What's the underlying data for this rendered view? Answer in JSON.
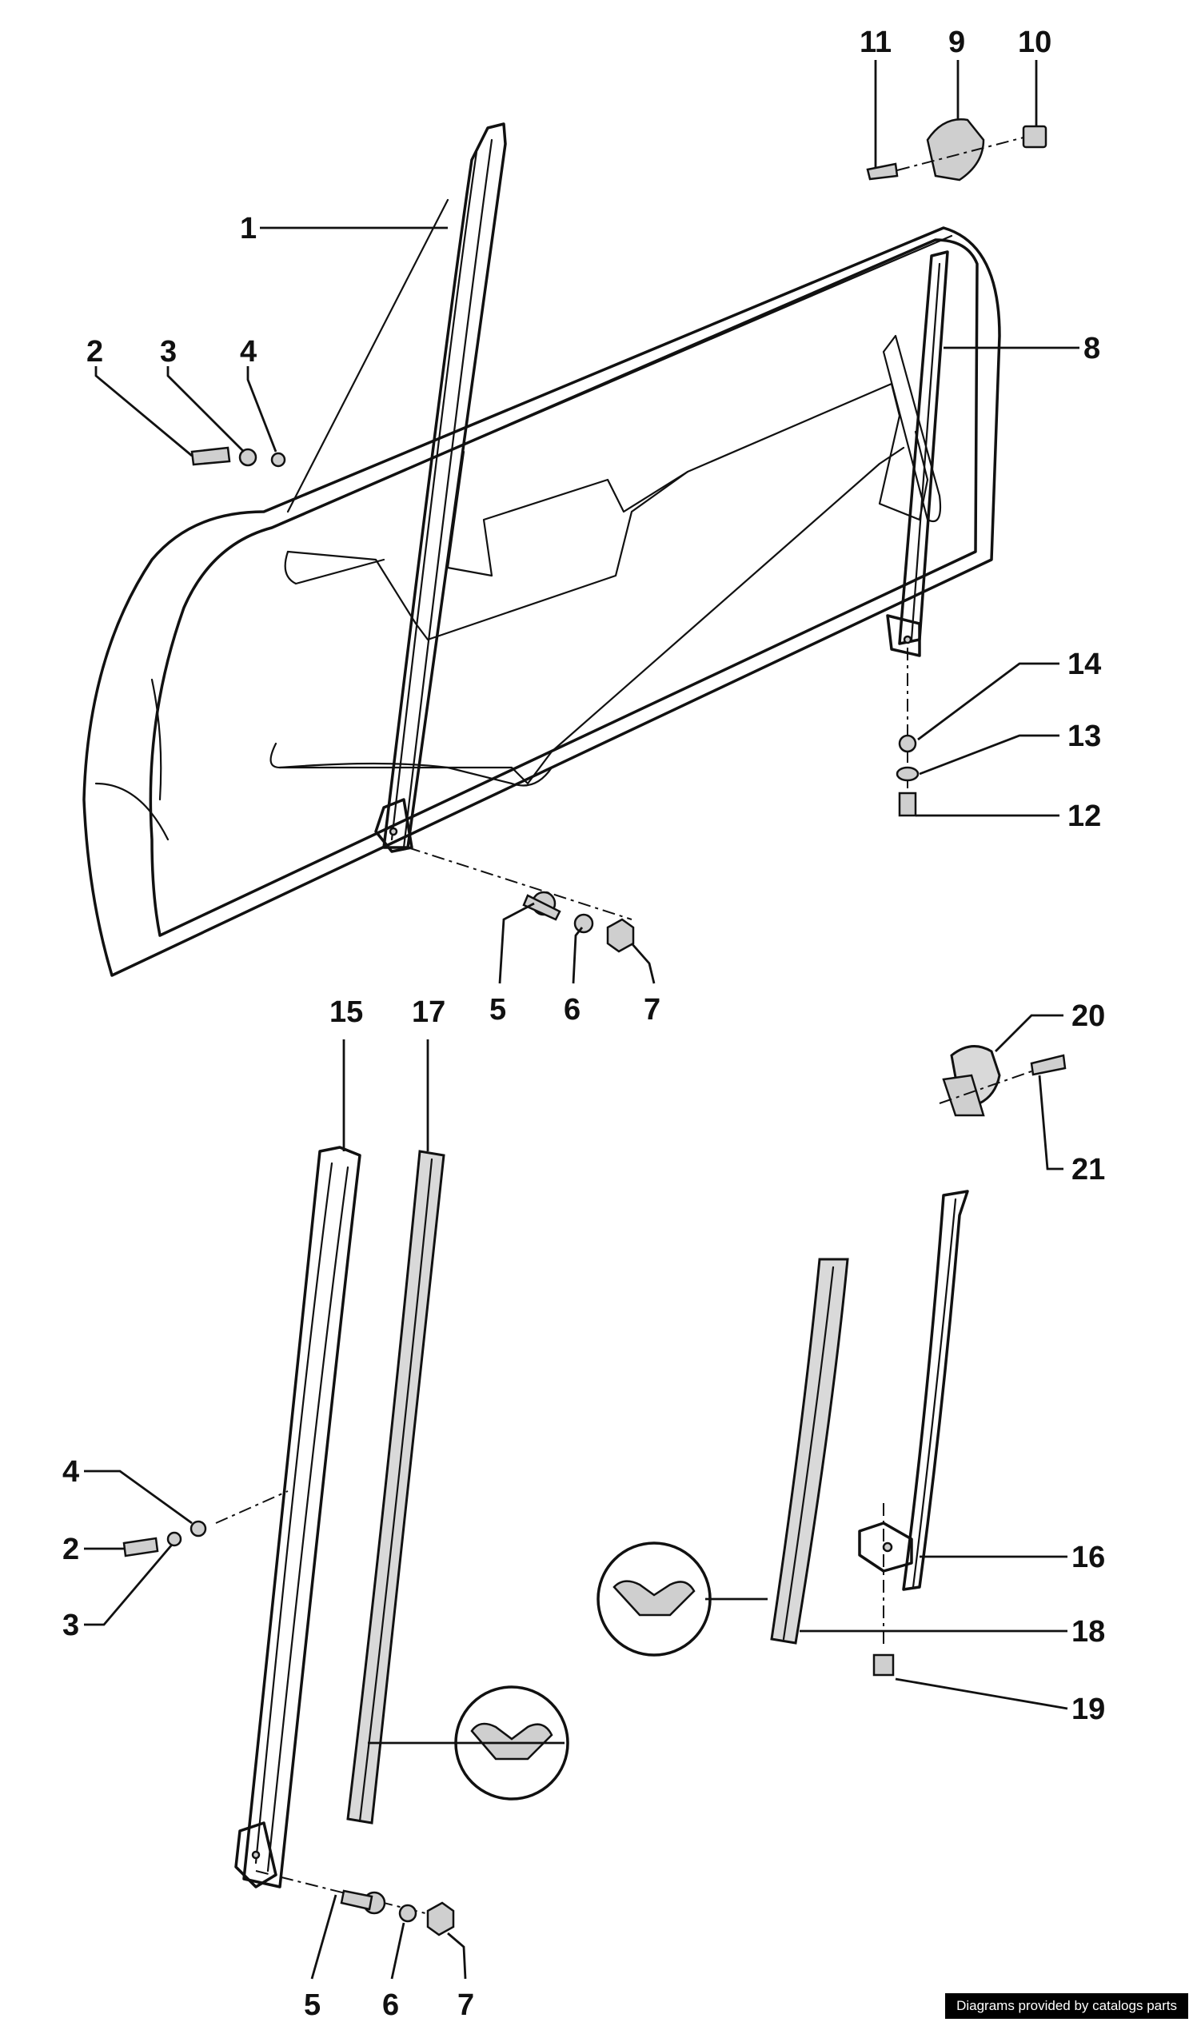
{
  "callouts": {
    "n1": "1",
    "n2": "2",
    "n3": "3",
    "n4": "4",
    "n5": "5",
    "n6": "6",
    "n7": "7",
    "n8": "8",
    "n9": "9",
    "n10": "10",
    "n11": "11",
    "n12": "12",
    "n13": "13",
    "n14": "14",
    "n15": "15",
    "n16": "16",
    "n17": "17",
    "n18": "18",
    "n19": "19",
    "n20": "20",
    "n21": "21"
  },
  "credit": "Diagrams provided by catalogs parts"
}
